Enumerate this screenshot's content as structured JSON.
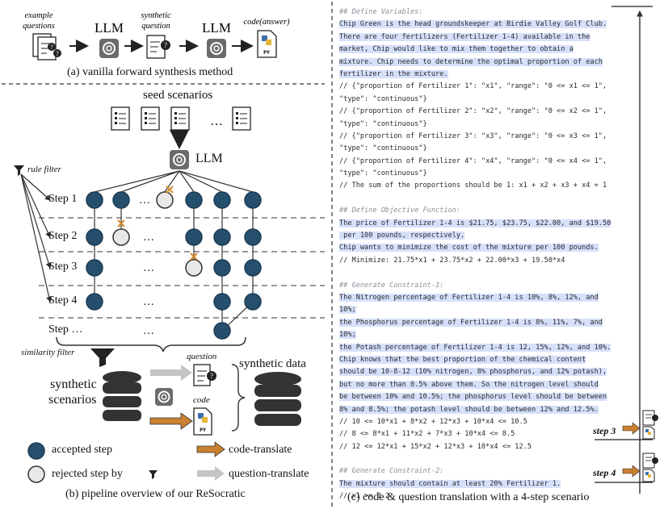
{
  "panel_a": {
    "example_label": "example\nquestions",
    "llm1": "LLM",
    "synthetic_label": "synthetic\nquestion",
    "llm2": "LLM",
    "code_label": "code(answer)",
    "py_badge": "PY",
    "caption": "(a) vanilla forward synthesis method"
  },
  "panel_b": {
    "seed_label": "seed scenarios",
    "seed_ellipsis": "…",
    "llm_label": "LLM",
    "rule_filter": "rule filter",
    "steps": [
      "Step 1",
      "Step 2",
      "Step 3",
      "Step 4",
      "Step …"
    ],
    "ellipsis": "…",
    "similarity_filter": "similarity filter",
    "synthetic_scenarios": "synthetic\nscenarios",
    "question_label": "question",
    "code_label": "code",
    "synthetic_data": "synthetic data",
    "legend": {
      "accepted": "accepted step",
      "rejected": "rejected step by",
      "code_translate": "code-translate",
      "question_translate": "question-translate"
    },
    "caption": "(b) pipeline overview of our ReSocratic"
  },
  "panel_c": {
    "caption": "(c) code & question translation with a 4-step scenario",
    "step3": "step 3",
    "step4": "step 4",
    "lines": [
      {
        "t": "## Define Variables:",
        "k": "c"
      },
      {
        "t": "Chip Green is the head groundskeeper at Birdie Valley Golf Club.",
        "k": "hl"
      },
      {
        "t": "There are four fertilizers (Fertilizer 1-4) available in the",
        "k": "hl"
      },
      {
        "t": "market, Chip would like to mix them together to obtain a",
        "k": "hl"
      },
      {
        "t": "mixture. Chip needs to determine the optimal proportion of each",
        "k": "hl"
      },
      {
        "t": "fertilizer in the mixture.",
        "k": "hl"
      },
      {
        "t": "// {\"proportion of Fertilizer 1\": \"x1\", \"range\": \"0 <= x1 <= 1\",",
        "k": "b"
      },
      {
        "t": "\"type\": \"continuous\"}",
        "k": "b"
      },
      {
        "t": "// {\"proportion of Fertilizer 2\": \"x2\", \"range\": \"0 <= x2 <= 1\",",
        "k": "b"
      },
      {
        "t": "\"type\": \"continuous\"}",
        "k": "b"
      },
      {
        "t": "// {\"proportion of Fertilizer 3\": \"x3\", \"range\": \"0 <= x3 <= 1\",",
        "k": "b"
      },
      {
        "t": "\"type\": \"continuous\"}",
        "k": "b"
      },
      {
        "t": "// {\"proportion of Fertilizer 4\": \"x4\", \"range\": \"0 <= x4 <= 1\",",
        "k": "b"
      },
      {
        "t": "\"type\": \"continuous\"}",
        "k": "b"
      },
      {
        "t": "// The sum of the proportions should be 1: x1 + x2 + x3 + x4 = 1",
        "k": "b"
      },
      {
        "t": "",
        "k": "b"
      },
      {
        "t": "## Define Objective Function:",
        "k": "c"
      },
      {
        "t": "The price of Fertilizer 1-4 is $21.75, $23.75, $22.00, and $19.50",
        "k": "hl"
      },
      {
        "t": " per 100 pounds, respectively.",
        "k": "hl"
      },
      {
        "t": "Chip wants to minimize the cost of the mixture per 100 pounds.",
        "k": "hl"
      },
      {
        "t": "// Minimize: 21.75*x1 + 23.75*x2 + 22.00*x3 + 19.50*x4",
        "k": "b"
      },
      {
        "t": "",
        "k": "b"
      },
      {
        "t": "## Generate Constraint-1:",
        "k": "c"
      },
      {
        "t": "The Nitrogen percentage of Fertilizer 1-4 is 10%, 8%, 12%, and",
        "k": "hl"
      },
      {
        "t": "10%;",
        "k": "hl"
      },
      {
        "t": "the Phosphorus percentage of Fertilizer 1-4 is 8%, 11%, 7%, and",
        "k": "hl"
      },
      {
        "t": "10%;",
        "k": "hl"
      },
      {
        "t": "the Potash percentage of Fertilizer 1-4 is 12, 15%, 12%, and 10%.",
        "k": "hl"
      },
      {
        "t": "Chip knows that the best proportion of the chemical content",
        "k": "hl"
      },
      {
        "t": "should be 10-8-12 (10% nitrogen, 8% phosphorus, and 12% potash),",
        "k": "hl"
      },
      {
        "t": "but no more than 0.5% above them. So the nitrogen level should",
        "k": "hl"
      },
      {
        "t": "be between 10% and 10.5%; the phosphorus level should be between",
        "k": "hl"
      },
      {
        "t": "8% and 8.5%; the potash level should be between 12% and 12.5%.",
        "k": "hl"
      },
      {
        "t": "// 10 <= 10*x1 + 8*x2 + 12*x3 + 10*x4 <= 10.5",
        "k": "b"
      },
      {
        "t": "// 8 <= 8*x1 + 11*x2 + 7*x3 + 10*x4 <= 8.5",
        "k": "b"
      },
      {
        "t": "// 12 <= 12*x1 + 15*x2 + 12*x3 + 10*x4 <= 12.5",
        "k": "b"
      },
      {
        "t": "",
        "k": "b"
      },
      {
        "t": "## Generate Constraint-2:",
        "k": "c"
      },
      {
        "t": "The mixture should contain at least 20% Fertilizer 1.",
        "k": "hl"
      },
      {
        "t": "// x1 >= 0.2",
        "k": "b"
      }
    ]
  },
  "colors": {
    "node": "#264f6e",
    "node_dark": "#1d3c55",
    "rejected": "#e8e8e8",
    "highlight": "#d6e0fb",
    "orange": "#c9802f",
    "gray_arrow": "#c4c4c4",
    "cross": "#d68a2a"
  }
}
